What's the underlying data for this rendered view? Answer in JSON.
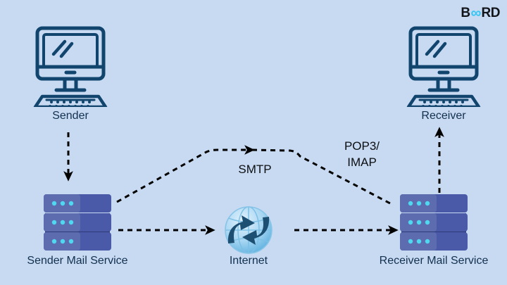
{
  "diagram": {
    "title_visible": false,
    "background_color": "#c7daf2",
    "ink_color": "#12304f",
    "accent_color": "#35c6f4",
    "arrow_color": "#000000"
  },
  "logo": {
    "prefix": "B",
    "glyph": "∞",
    "glyph_name": "infinity-symbol",
    "suffix": "RD",
    "full_text": "BOARD",
    "accent_color": "#35c6f4"
  },
  "nodes": [
    {
      "id": "sender",
      "label": "Sender",
      "icon": "desktop-computer-icon"
    },
    {
      "id": "receiver",
      "label": "Receiver",
      "icon": "desktop-computer-icon"
    },
    {
      "id": "sender-mail-service",
      "label": "Sender Mail Service",
      "icon": "server-rack-icon"
    },
    {
      "id": "receiver-mail-service",
      "label": "Receiver Mail Service",
      "icon": "server-rack-icon"
    },
    {
      "id": "internet",
      "label": "Internet",
      "icon": "globe-network-icon"
    }
  ],
  "protocol_labels": [
    {
      "id": "smtp",
      "line1": "SMTP",
      "line2": ""
    },
    {
      "id": "pop3-imap",
      "line1": "POP3/",
      "line2": "IMAP"
    }
  ],
  "connections": [
    {
      "id": "sender-to-sender-mail",
      "from": "sender",
      "to": "sender-mail-service",
      "style": "dashed",
      "direction": "down"
    },
    {
      "id": "sender-mail-to-internet",
      "from": "sender-mail-service",
      "to": "internet",
      "style": "dashed",
      "direction": "right"
    },
    {
      "id": "internet-to-receiver-mail",
      "from": "internet",
      "to": "receiver-mail-service",
      "style": "dashed",
      "direction": "right"
    },
    {
      "id": "smtp-arc",
      "from": "sender-mail-service",
      "to": "receiver-mail-service",
      "style": "dashed",
      "direction": "right",
      "label": "SMTP"
    },
    {
      "id": "receiver-mail-to-receiver",
      "from": "receiver-mail-service",
      "to": "receiver",
      "style": "dashed",
      "direction": "up",
      "label": "POP3/IMAP"
    }
  ]
}
